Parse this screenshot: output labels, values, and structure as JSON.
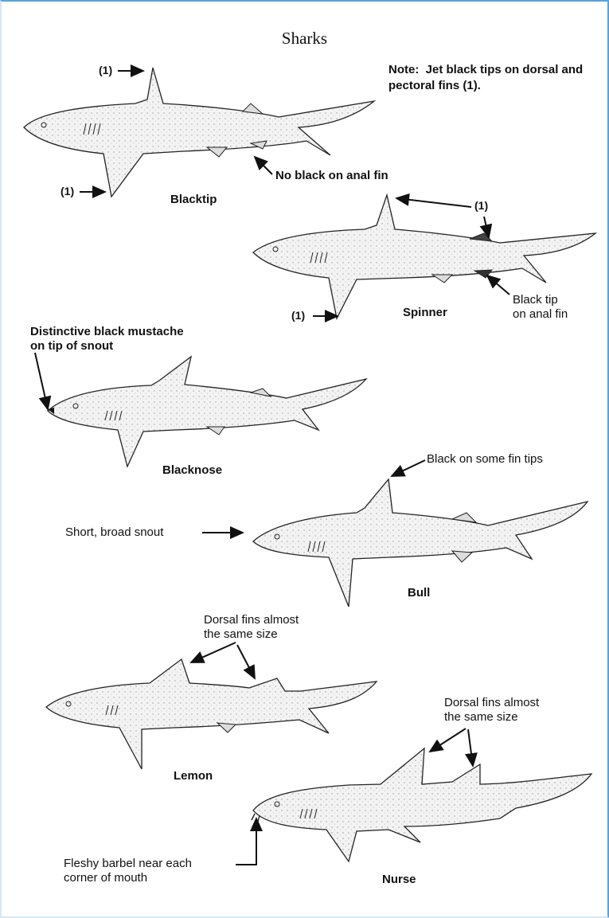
{
  "title": "Sharks",
  "note": {
    "label": "Note:",
    "text": "Jet black tips on dorsal and pectoral fins (1)."
  },
  "markers": {
    "one": "(1)"
  },
  "sharks": {
    "blacktip": {
      "name": "Blacktip",
      "callout": "No black on anal fin"
    },
    "spinner": {
      "name": "Spinner",
      "callout_line1": "Black tip",
      "callout_line2": "on anal fin"
    },
    "blacknose": {
      "name": "Blacknose",
      "callout_line1": "Distinctive black mustache",
      "callout_line2": "on tip of snout"
    },
    "bull": {
      "name": "Bull",
      "callout_fin": "Black on some fin tips",
      "callout_snout": "Short, broad snout"
    },
    "lemon": {
      "name": "Lemon",
      "callout_line1": "Dorsal fins almost",
      "callout_line2": "the same size"
    },
    "nurse": {
      "name": "Nurse",
      "callout_fins_line1": "Dorsal fins almost",
      "callout_fins_line2": "the same size",
      "callout_barbel_line1": "Fleshy barbel near each",
      "callout_barbel_line2": "corner of mouth"
    }
  },
  "colors": {
    "frame_accent": "#5aa2d8",
    "ink": "#111111",
    "shark_fill": "#f3f3f3"
  }
}
